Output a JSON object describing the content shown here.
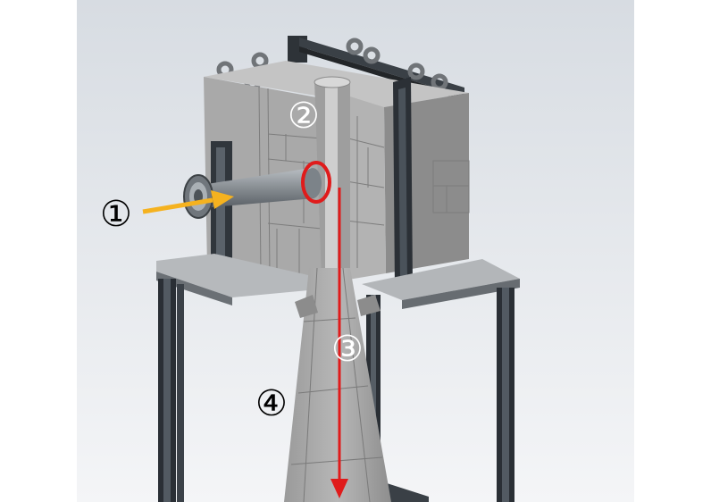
{
  "callouts": {
    "one": "①",
    "two": "②",
    "three": "③",
    "four": "④"
  },
  "colors": {
    "background_gradient_top": "#d7dce2",
    "background_gradient_bottom": "#f4f5f7",
    "shield_block": "#a7a7a7",
    "frame_rail": "#2a2f35",
    "pipe": "#868c92",
    "arrow_beam": "#f5b21f",
    "arrow_path": "#e01b1b",
    "highlight_ring": "#e01b1b"
  },
  "icons": {
    "beam_arrow": "arrow-right-icon",
    "path_arrow": "arrow-down-icon",
    "target_ring": "ellipse-outline-icon"
  }
}
